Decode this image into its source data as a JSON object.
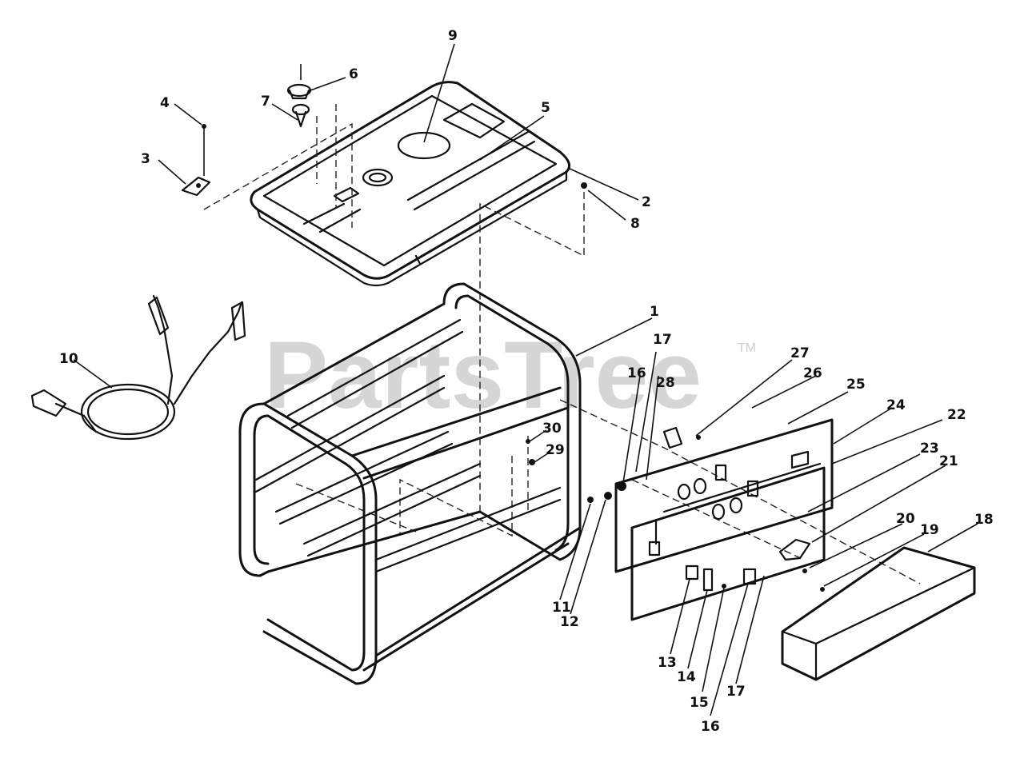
{
  "watermark": {
    "text": "PartsTree",
    "trademark": "TM"
  },
  "callouts": [
    "1",
    "2",
    "3",
    "4",
    "5",
    "6",
    "7",
    "8",
    "9",
    "10",
    "11",
    "12",
    "13",
    "14",
    "15",
    "16",
    "16",
    "17",
    "17",
    "18",
    "19",
    "20",
    "21",
    "22",
    "23",
    "24",
    "25",
    "26",
    "27",
    "28",
    "29",
    "30"
  ]
}
